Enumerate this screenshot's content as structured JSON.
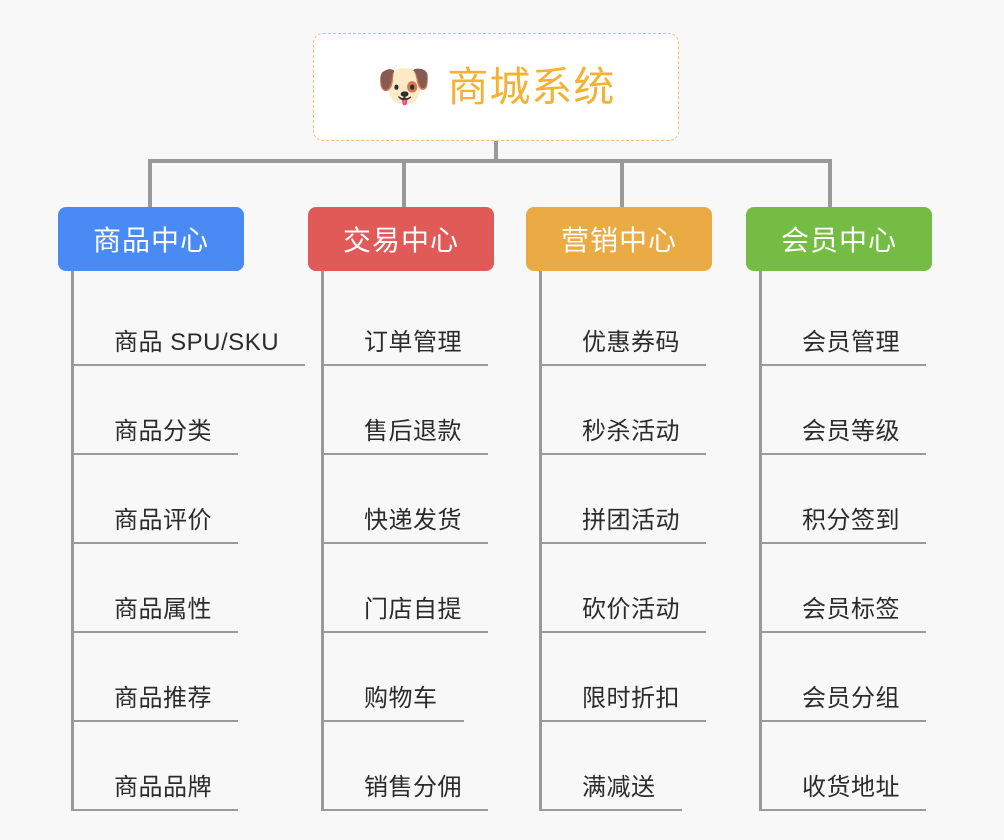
{
  "page": {
    "background_color": "#f8f8f8",
    "title": "商城系统"
  },
  "root": {
    "icon": "shiba-dog-face-emoji",
    "emoji": "🐶",
    "label": "商城系统",
    "text_color": "#f2b233",
    "border_color": "#f0c070",
    "background_color": "#ffffff"
  },
  "connector": {
    "color": "#999999"
  },
  "columns": [
    {
      "id": "product-center",
      "label": "商品中心",
      "color": "#4a8af4",
      "items": [
        {
          "label": "商品 SPU/SKU"
        },
        {
          "label": "商品分类"
        },
        {
          "label": "商品评价"
        },
        {
          "label": "商品属性"
        },
        {
          "label": "商品推荐"
        },
        {
          "label": "商品品牌"
        }
      ]
    },
    {
      "id": "trade-center",
      "label": "交易中心",
      "color": "#e05a58",
      "items": [
        {
          "label": "订单管理"
        },
        {
          "label": "售后退款"
        },
        {
          "label": "快递发货"
        },
        {
          "label": "门店自提"
        },
        {
          "label": "购物车"
        },
        {
          "label": "销售分佣"
        }
      ]
    },
    {
      "id": "marketing-center",
      "label": "营销中心",
      "color": "#eaab45",
      "items": [
        {
          "label": "优惠券码"
        },
        {
          "label": "秒杀活动"
        },
        {
          "label": "拼团活动"
        },
        {
          "label": "砍价活动"
        },
        {
          "label": "限时折扣"
        },
        {
          "label": "满减送"
        }
      ]
    },
    {
      "id": "member-center",
      "label": "会员中心",
      "color": "#74bc43",
      "items": [
        {
          "label": "会员管理"
        },
        {
          "label": "会员等级"
        },
        {
          "label": "积分签到"
        },
        {
          "label": "会员标签"
        },
        {
          "label": "会员分组"
        },
        {
          "label": "收货地址"
        }
      ]
    }
  ]
}
